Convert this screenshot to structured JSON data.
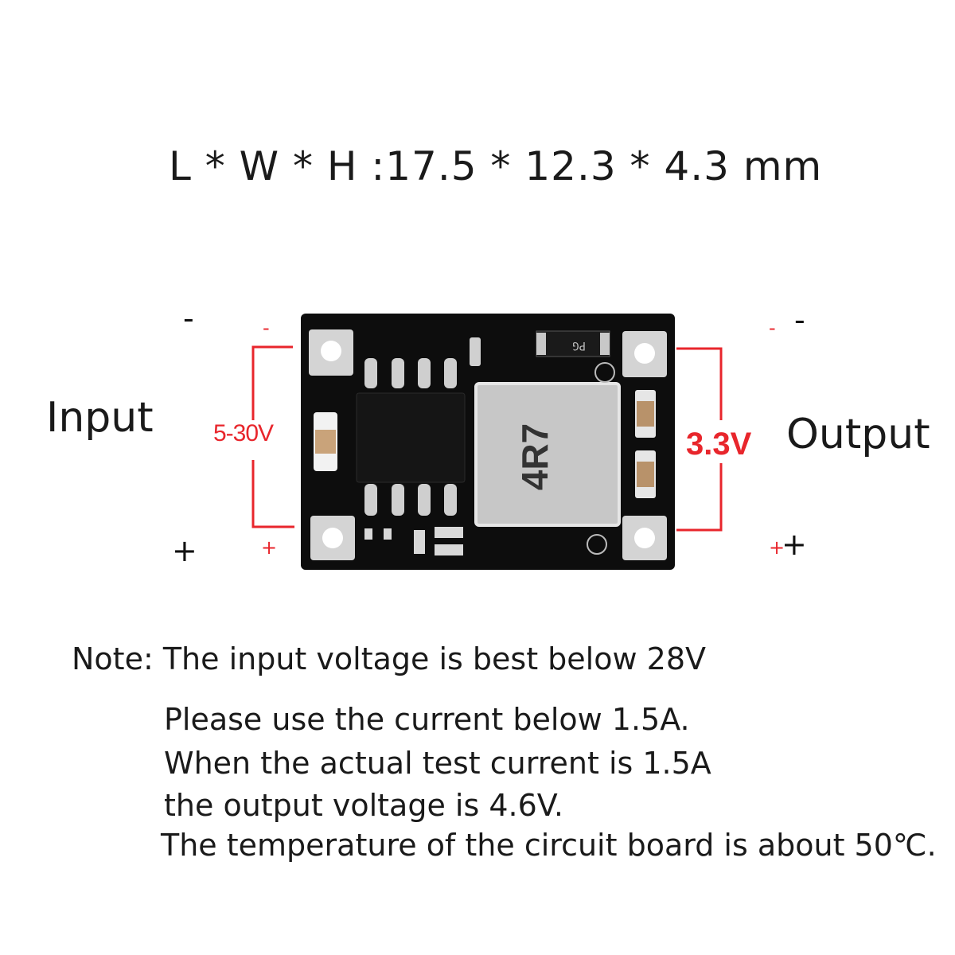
{
  "dimensions": "L * W * H :17.5 * 12.3 * 4.3 mm",
  "input": {
    "label": "Input",
    "voltage_range": "5-30V",
    "minus": "-",
    "plus": "+"
  },
  "output": {
    "label": "Output",
    "voltage": "3.3V",
    "minus": "-",
    "plus": "+"
  },
  "board_markings": {
    "inductor": "4R7",
    "chip": "PG"
  },
  "notes": [
    "Note: The input voltage is best below 28V",
    "Please use the current below 1.5A.",
    "When the actual test current is 1.5A",
    "the output voltage is 4.6V.",
    "The temperature of the circuit board is about 50℃."
  ],
  "colors": {
    "accent_red": "#e8262c",
    "pcb_black": "#0d0d0d",
    "pad_silver": "#d4d4d4"
  }
}
